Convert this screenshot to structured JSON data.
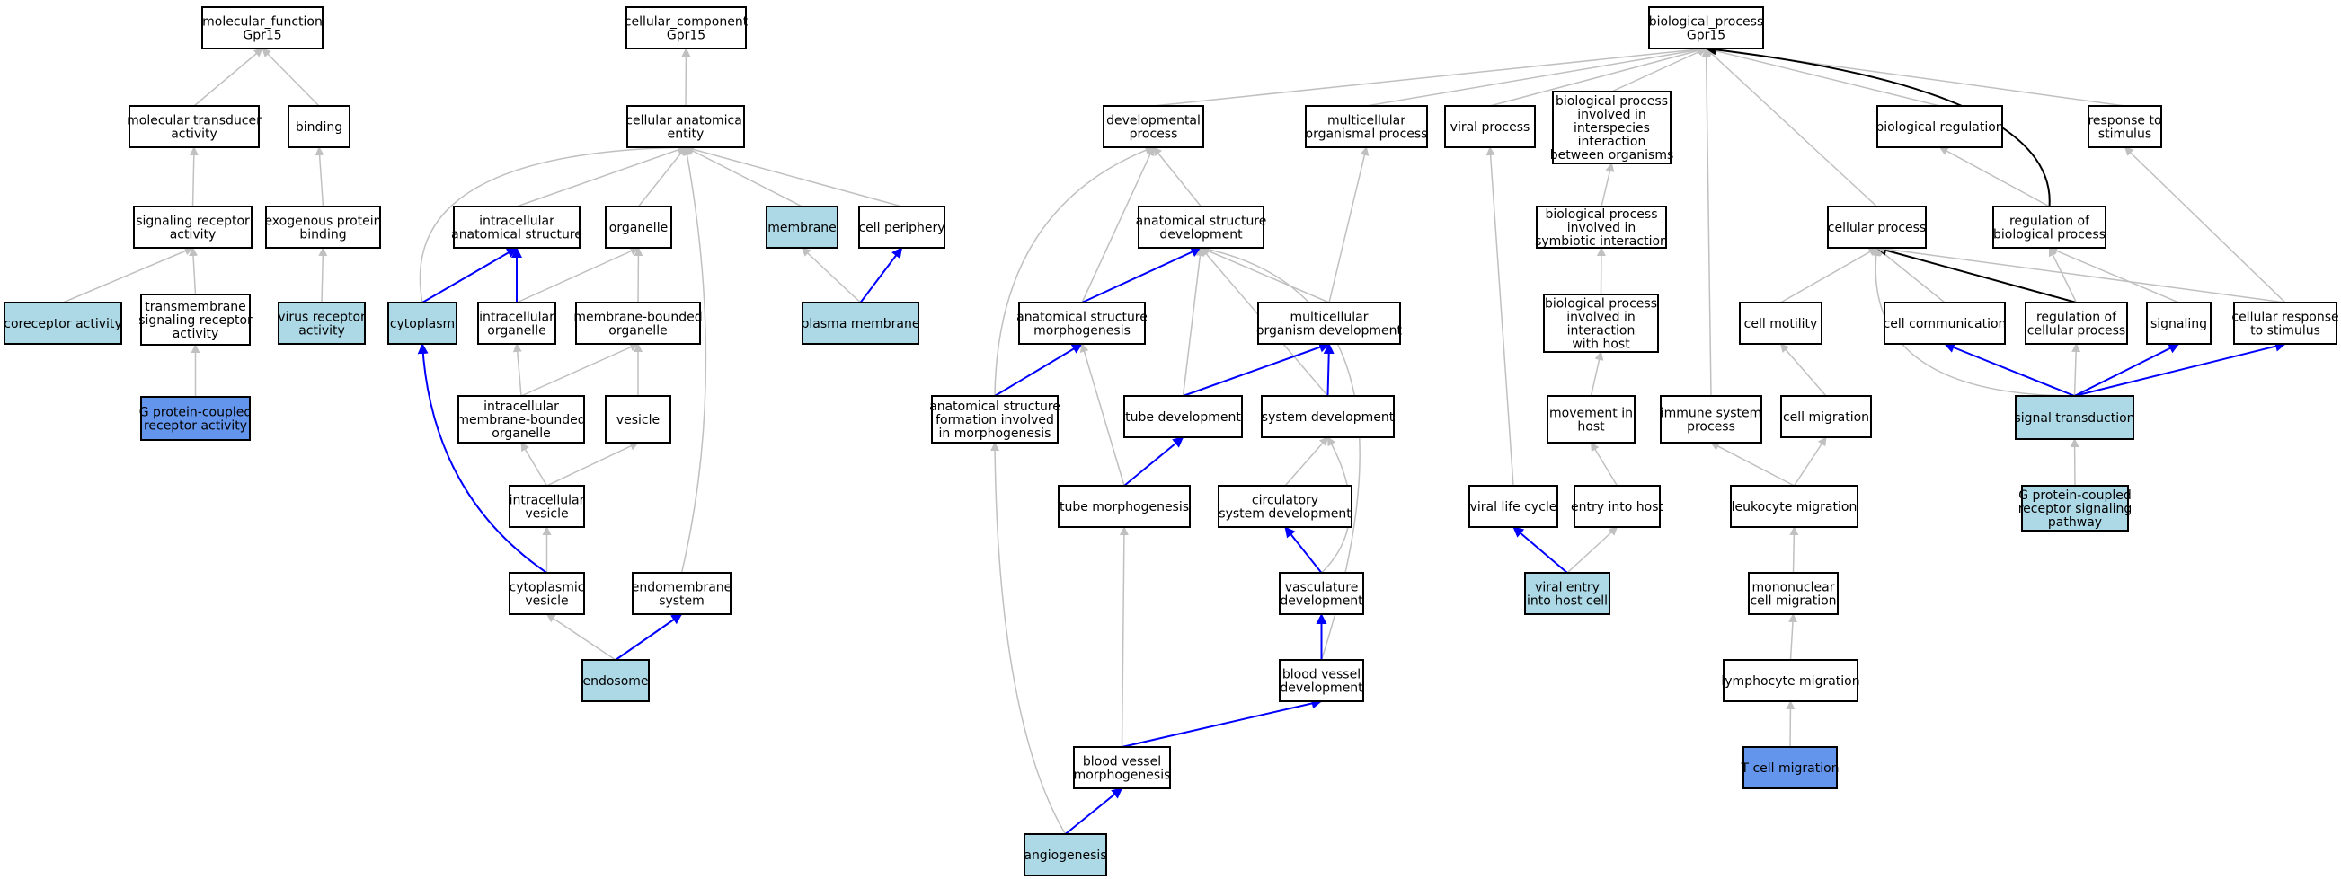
{
  "colors": {
    "plain_fill": "#ffffff",
    "light_fill": "#add8e6",
    "strong_fill": "#6495ed",
    "gray_edge": "#c0c0c0",
    "blue_edge": "#0000ff",
    "black_edge": "#000000"
  },
  "nodes": {
    "mf_root": {
      "lines": [
        "molecular_function",
        "Gpr15"
      ],
      "style": "plain"
    },
    "mol_transducer": {
      "lines": [
        "molecular transducer",
        "activity"
      ],
      "style": "plain"
    },
    "binding": {
      "lines": [
        "binding"
      ],
      "style": "plain"
    },
    "sig_receptor": {
      "lines": [
        "signaling receptor",
        "activity"
      ],
      "style": "plain"
    },
    "exo_binding": {
      "lines": [
        "exogenous protein",
        "binding"
      ],
      "style": "plain"
    },
    "coreceptor": {
      "lines": [
        "coreceptor activity"
      ],
      "style": "light"
    },
    "tm_receptor": {
      "lines": [
        "transmembrane",
        "signaling receptor",
        "activity"
      ],
      "style": "plain"
    },
    "virus_receptor": {
      "lines": [
        "virus receptor",
        "activity"
      ],
      "style": "light"
    },
    "gpcr_activity": {
      "lines": [
        "G protein-coupled",
        "receptor activity"
      ],
      "style": "strong"
    },
    "cc_root": {
      "lines": [
        "cellular_component",
        "Gpr15"
      ],
      "style": "plain"
    },
    "cae": {
      "lines": [
        "cellular anatomical",
        "entity"
      ],
      "style": "plain"
    },
    "ias": {
      "lines": [
        "intracellular",
        "anatomical structure"
      ],
      "style": "plain"
    },
    "organelle": {
      "lines": [
        "organelle"
      ],
      "style": "plain"
    },
    "membrane": {
      "lines": [
        "membrane"
      ],
      "style": "light"
    },
    "cell_periphery": {
      "lines": [
        "cell periphery"
      ],
      "style": "plain"
    },
    "cytoplasm": {
      "lines": [
        "cytoplasm"
      ],
      "style": "light"
    },
    "intra_org": {
      "lines": [
        "intracellular",
        "organelle"
      ],
      "style": "plain"
    },
    "mb_org": {
      "lines": [
        "membrane-bounded",
        "organelle"
      ],
      "style": "plain"
    },
    "plasma_membrane": {
      "lines": [
        "plasma membrane"
      ],
      "style": "light"
    },
    "imbo": {
      "lines": [
        "intracellular",
        "membrane-bounded",
        "organelle"
      ],
      "style": "plain"
    },
    "vesicle": {
      "lines": [
        "vesicle"
      ],
      "style": "plain"
    },
    "intra_vesicle": {
      "lines": [
        "intracellular",
        "vesicle"
      ],
      "style": "plain"
    },
    "cyto_vesicle": {
      "lines": [
        "cytoplasmic",
        "vesicle"
      ],
      "style": "plain"
    },
    "endomembrane": {
      "lines": [
        "endomembrane",
        "system"
      ],
      "style": "plain"
    },
    "endosome": {
      "lines": [
        "endosome"
      ],
      "style": "light"
    },
    "bp_root": {
      "lines": [
        "biological_process",
        "Gpr15"
      ],
      "style": "plain"
    },
    "dev_process": {
      "lines": [
        "developmental",
        "process"
      ],
      "style": "plain"
    },
    "multi_org": {
      "lines": [
        "multicellular",
        "organismal process"
      ],
      "style": "plain"
    },
    "viral_process": {
      "lines": [
        "viral process"
      ],
      "style": "plain"
    },
    "bp_interspecies": {
      "lines": [
        "biological process",
        "involved in",
        "interspecies",
        "interaction",
        "between organisms"
      ],
      "style": "plain"
    },
    "bio_reg": {
      "lines": [
        "biological regulation"
      ],
      "style": "plain"
    },
    "resp_stim": {
      "lines": [
        "response to",
        "stimulus"
      ],
      "style": "plain"
    },
    "asd": {
      "lines": [
        "anatomical structure",
        "development"
      ],
      "style": "plain"
    },
    "bp_symbiotic": {
      "lines": [
        "biological process",
        "involved in",
        "symbiotic interaction"
      ],
      "style": "plain"
    },
    "cellular_process": {
      "lines": [
        "cellular process"
      ],
      "style": "plain"
    },
    "reg_bio": {
      "lines": [
        "regulation of",
        "biological process"
      ],
      "style": "plain"
    },
    "asm": {
      "lines": [
        "anatomical structure",
        "morphogenesis"
      ],
      "style": "plain"
    },
    "mod": {
      "lines": [
        "multicellular",
        "organism development"
      ],
      "style": "plain"
    },
    "bp_host": {
      "lines": [
        "biological process",
        "involved in",
        "interaction",
        "with host"
      ],
      "style": "plain"
    },
    "cell_motility": {
      "lines": [
        "cell motility"
      ],
      "style": "plain"
    },
    "cell_comm": {
      "lines": [
        "cell communication"
      ],
      "style": "plain"
    },
    "reg_cell": {
      "lines": [
        "regulation of",
        "cellular process"
      ],
      "style": "plain"
    },
    "signaling": {
      "lines": [
        "signaling"
      ],
      "style": "plain"
    },
    "cell_resp": {
      "lines": [
        "cellular response",
        "to stimulus"
      ],
      "style": "plain"
    },
    "asf": {
      "lines": [
        "anatomical structure",
        "formation involved",
        "in morphogenesis"
      ],
      "style": "plain"
    },
    "tube_dev": {
      "lines": [
        "tube development"
      ],
      "style": "plain"
    },
    "sys_dev": {
      "lines": [
        "system development"
      ],
      "style": "plain"
    },
    "movement_host": {
      "lines": [
        "movement in",
        "host"
      ],
      "style": "plain"
    },
    "immune_sys": {
      "lines": [
        "immune system",
        "process"
      ],
      "style": "plain"
    },
    "cell_migration": {
      "lines": [
        "cell migration"
      ],
      "style": "plain"
    },
    "sig_trans": {
      "lines": [
        "signal transduction"
      ],
      "style": "light"
    },
    "tube_morph": {
      "lines": [
        "tube morphogenesis"
      ],
      "style": "plain"
    },
    "circ_dev": {
      "lines": [
        "circulatory",
        "system development"
      ],
      "style": "plain"
    },
    "viral_life": {
      "lines": [
        "viral life cycle"
      ],
      "style": "plain"
    },
    "entry_host": {
      "lines": [
        "entry into host"
      ],
      "style": "plain"
    },
    "leuko_mig": {
      "lines": [
        "leukocyte migration"
      ],
      "style": "plain"
    },
    "gpcr_path": {
      "lines": [
        "G protein-coupled",
        "receptor signaling",
        "pathway"
      ],
      "style": "light"
    },
    "vasc_dev": {
      "lines": [
        "vasculature",
        "development"
      ],
      "style": "plain"
    },
    "viral_entry": {
      "lines": [
        "viral entry",
        "into host cell"
      ],
      "style": "light"
    },
    "mono_mig": {
      "lines": [
        "mononuclear",
        "cell migration"
      ],
      "style": "plain"
    },
    "bv_dev": {
      "lines": [
        "blood vessel",
        "development"
      ],
      "style": "plain"
    },
    "lympho_mig": {
      "lines": [
        "lymphocyte migration"
      ],
      "style": "plain"
    },
    "bv_morph": {
      "lines": [
        "blood vessel",
        "morphogenesis"
      ],
      "style": "plain"
    },
    "t_cell_mig": {
      "lines": [
        "T cell migration"
      ],
      "style": "strong"
    },
    "angio": {
      "lines": [
        "angiogenesis"
      ],
      "style": "light"
    }
  }
}
